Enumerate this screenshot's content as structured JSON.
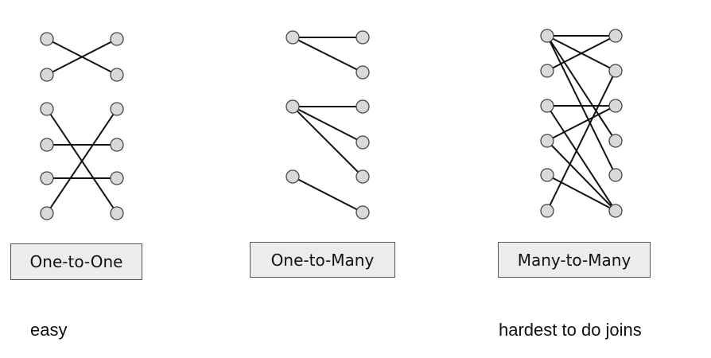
{
  "labels": {
    "one_to_one": "One-to-One",
    "one_to_many": "One-to-Many",
    "many_to_many": "Many-to-Many"
  },
  "captions": {
    "easy": "easy",
    "hardest": "hardest to do joins"
  },
  "colors": {
    "node_fill": "#d9d9d9",
    "node_stroke": "#444444",
    "edge": "#111111",
    "box_fill": "#ececec"
  },
  "groups": [
    {
      "name": "one-to-one",
      "left_count": 6,
      "right_count": 6,
      "edges": [
        [
          0,
          1
        ],
        [
          1,
          0
        ],
        [
          2,
          5
        ],
        [
          3,
          3
        ],
        [
          4,
          4
        ],
        [
          5,
          2
        ]
      ]
    },
    {
      "name": "one-to-many",
      "left_count": 3,
      "right_count": 6,
      "edges": [
        [
          0,
          0
        ],
        [
          0,
          1
        ],
        [
          1,
          2
        ],
        [
          1,
          3
        ],
        [
          1,
          4
        ],
        [
          2,
          5
        ]
      ]
    },
    {
      "name": "many-to-many",
      "left_count": 6,
      "right_count": 6,
      "edges": [
        [
          0,
          0
        ],
        [
          0,
          1
        ],
        [
          0,
          3
        ],
        [
          0,
          4
        ],
        [
          1,
          0
        ],
        [
          2,
          2
        ],
        [
          2,
          5
        ],
        [
          3,
          2
        ],
        [
          3,
          5
        ],
        [
          4,
          5
        ],
        [
          5,
          1
        ]
      ]
    }
  ]
}
